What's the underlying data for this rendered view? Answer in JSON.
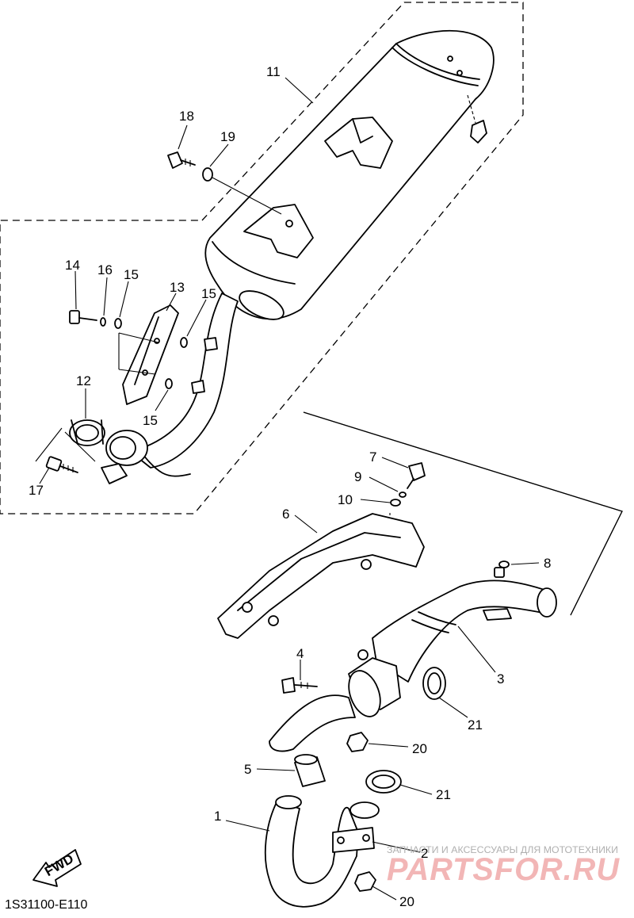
{
  "callouts": [
    "1",
    "2",
    "3",
    "4",
    "5",
    "6",
    "7",
    "8",
    "9",
    "10",
    "11",
    "12",
    "13",
    "14",
    "15",
    "15",
    "15",
    "16",
    "17",
    "18",
    "19",
    "20",
    "20",
    "21",
    "21"
  ],
  "fwd_label": "FWD",
  "diagram_code": "1S31100-E110",
  "watermark": {
    "tagline": "ЗАПЧАСТИ И АКСЕССУАРЫ ДЛЯ МОТОТЕХНИКИ",
    "brand": "PARTSFOR.RU"
  }
}
